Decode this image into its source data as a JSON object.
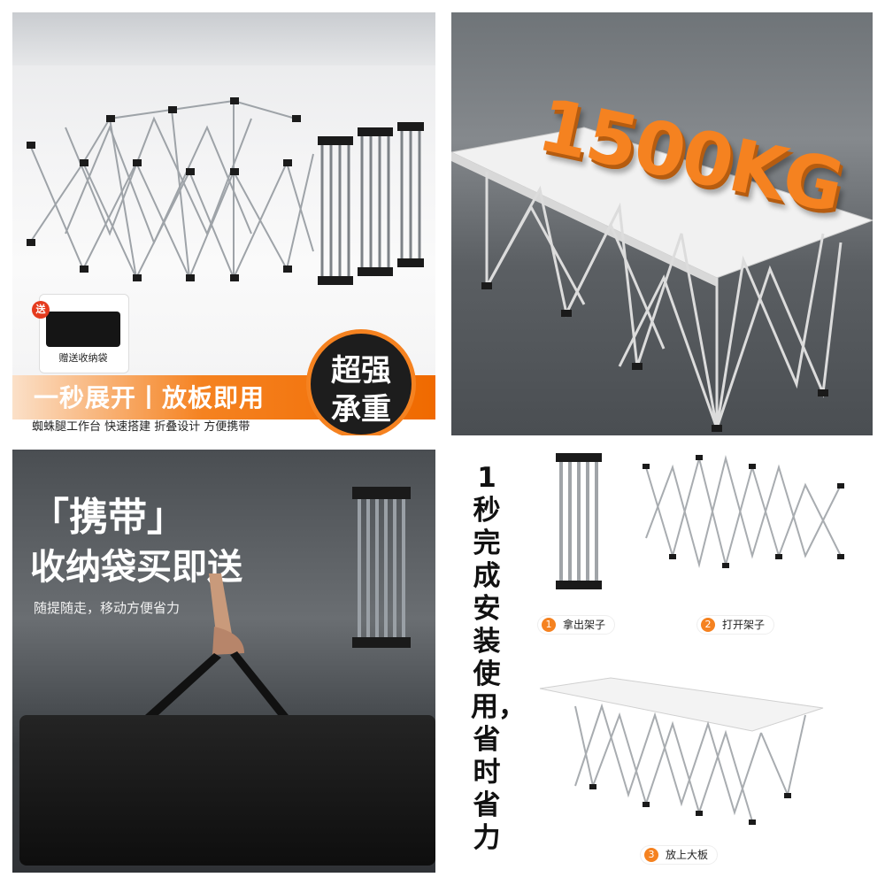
{
  "panel1": {
    "gift_tag": "送",
    "gift_label": "赠送收纳袋",
    "banner_text": "一秒展开丨放板即用",
    "subtitle": "蜘蛛腿工作台 快速搭建 折叠设计 方便携带",
    "badge_line1": "超强",
    "badge_line2": "承重"
  },
  "panel2": {
    "capacity_text": "1500KG"
  },
  "panel3": {
    "title_line1": "「携带」",
    "title_line2": "收纳袋买即送",
    "subtitle": "随提随走，移动方便省力"
  },
  "panel4": {
    "vertical_text": "1秒完成安装使用，省时省力",
    "steps": [
      {
        "num": "1",
        "label": "拿出架子"
      },
      {
        "num": "2",
        "label": "打开架子"
      },
      {
        "num": "3",
        "label": "放上大板"
      }
    ]
  },
  "colors": {
    "accent": "#f58220",
    "dark": "#1d1d1d"
  }
}
